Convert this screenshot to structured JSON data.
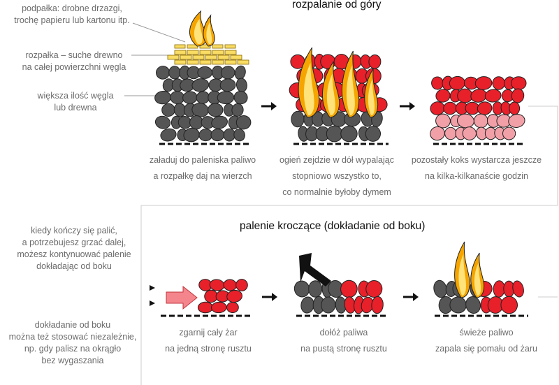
{
  "titles": {
    "top": "rozpalanie od góry",
    "bottom": "palenie kroczące (dokładanie od boku)"
  },
  "labels": {
    "kindling": [
      "podpałka: drobne drzazgi,",
      "trochę papieru lub kartonu itp."
    ],
    "tinder": [
      "rozpałka – suche drewno",
      "na całej powierzchni węgla"
    ],
    "coal": [
      "większa ilość węgla",
      "lub drewna"
    ],
    "side_intro": [
      "kiedy kończy się palić,",
      "a potrzebujesz grzać dalej,",
      "możesz kontynuować palenie",
      "dokładając od boku"
    ],
    "side_note": [
      "dokładanie od boku",
      "można też stosować niezależnie,",
      "np. gdy palisz na okrągło",
      "bez wygaszania"
    ]
  },
  "captions": {
    "top_1": [
      "załaduj do paleniska paliwo",
      "a rozpałkę daj na wierzch"
    ],
    "top_2": [
      "ogień zejdzie w dół wypalając",
      "stopniowo wszystko to,",
      "co normalnie byłoby dymem"
    ],
    "top_3": [
      "pozostały koks wystarcza jeszcze",
      "na kilka-kilkanaście godzin"
    ],
    "bottom_1": [
      "zgarnij cały żar",
      "na jedną stronę rusztu"
    ],
    "bottom_2": [
      "dołóż paliwa",
      "na pustą stronę rusztu"
    ],
    "bottom_3": [
      "świeże paliwo",
      "zapala się pomału od żaru"
    ]
  },
  "colors": {
    "coal": "#555555",
    "ember": "#e8202a",
    "ash_pink": "#f2a0a8",
    "flame_outer": "#f6a500",
    "flame_inner": "#ffe27a",
    "tinder": "#f9dc63",
    "text": "#6b6b6b",
    "frame": "#cccccc"
  }
}
